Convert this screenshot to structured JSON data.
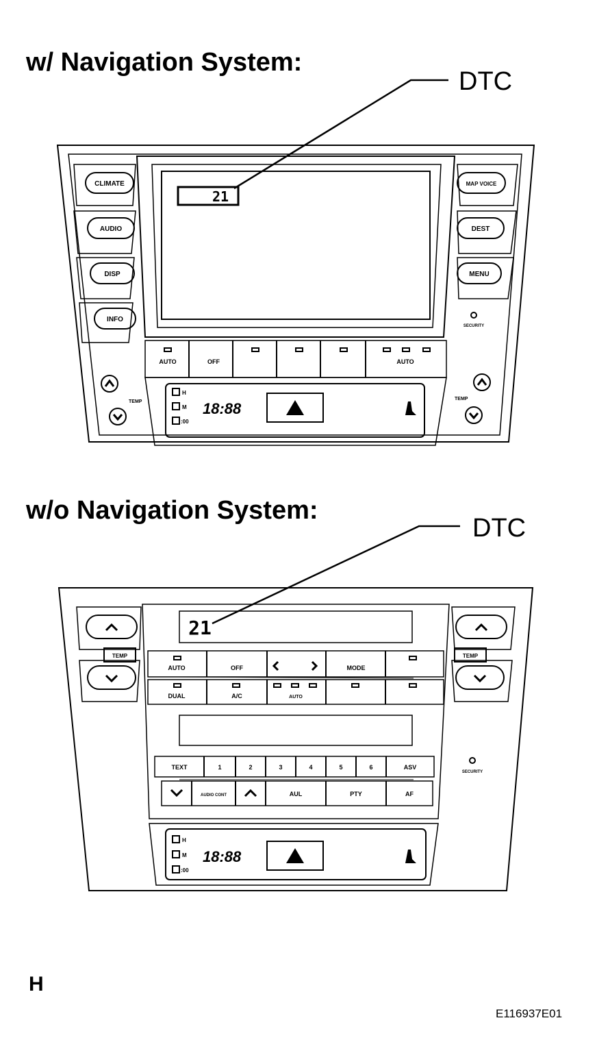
{
  "nav": {
    "heading": "w/ Navigation System:",
    "callout": "DTC",
    "display_code": "21",
    "left_buttons": [
      "CLIMATE",
      "AUDIO",
      "DISP",
      "INFO"
    ],
    "right_buttons": [
      "MAP VOICE",
      "DEST",
      "MENU"
    ],
    "right_small": "SECURITY",
    "climate_row": [
      "AUTO",
      "OFF",
      "AUTO"
    ],
    "temp_left": "TEMP",
    "temp_right": "TEMP",
    "clock": "18:88",
    "indicators": [
      "H",
      "M",
      ":00"
    ]
  },
  "nonav": {
    "heading": "w/o Navigation System:",
    "callout": "DTC",
    "display_code": "21",
    "temp_left": "TEMP",
    "temp_right": "TEMP",
    "row1": [
      "AUTO",
      "OFF",
      "MODE"
    ],
    "row2": [
      "DUAL",
      "A/C",
      "AUTO"
    ],
    "presets": [
      "TEXT",
      "1",
      "2",
      "3",
      "4",
      "5",
      "6",
      "ASV"
    ],
    "row_bottom": [
      "AUDIO CONT",
      "AUL",
      "PTY",
      "AF"
    ],
    "right_small": "SECURITY",
    "clock": "18:88",
    "indicators": [
      "H",
      "M",
      ":00"
    ]
  },
  "corner_letter": "H",
  "figure_id": "E116937E01"
}
